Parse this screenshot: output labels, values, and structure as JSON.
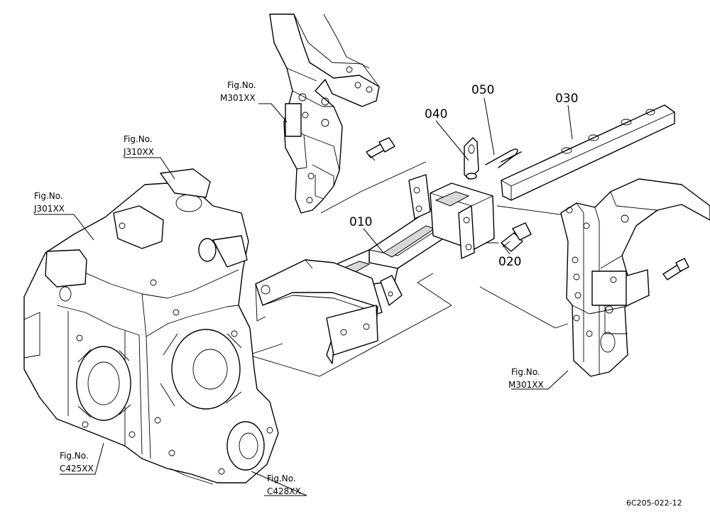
{
  "figure": {
    "part_numbers": {
      "p010": "010",
      "p020": "020",
      "p030": "030",
      "p040": "040",
      "p050": "050"
    },
    "references": {
      "ref_m301_top": {
        "label": "Fig.No.",
        "code": "M301XX"
      },
      "ref_j310": {
        "label": "Fig.No.",
        "code": "J310XX"
      },
      "ref_j301": {
        "label": "Fig.No.",
        "code": "J301XX"
      },
      "ref_m301_right": {
        "label": "Fig.No.",
        "code": "M301XX"
      },
      "ref_c425": {
        "label": "Fig.No.",
        "code": "C425XX"
      },
      "ref_c428": {
        "label": "Fig.No.",
        "code": "C428XX"
      }
    },
    "diagram_code": "6C205-022-12"
  }
}
